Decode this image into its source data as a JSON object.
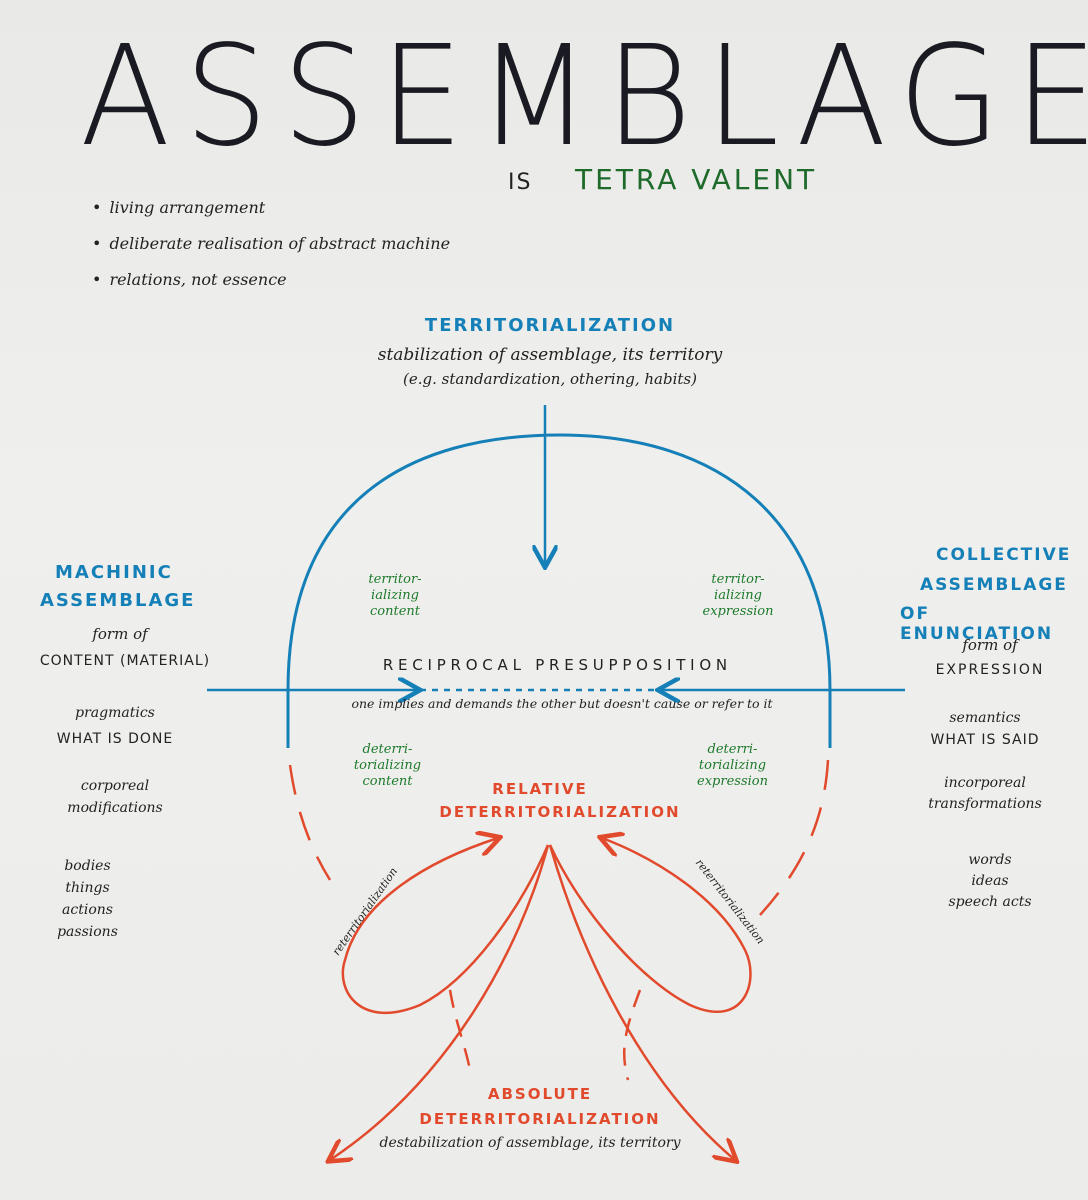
{
  "title": "ASSEMBLAGE",
  "subtitle_is": "IS",
  "subtitle_tetra": "TETRA VALENT",
  "bullets": [
    "living arrangement",
    "deliberate realisation of abstract machine",
    "relations, not essence"
  ],
  "territorialization": {
    "heading": "TERRITORIALIZATION",
    "line1": "stabilization of assemblage, its territory",
    "line2": "(e.g. standardization, othering, habits)"
  },
  "machinic": {
    "heading1": "MACHINIC",
    "heading2": "ASSEMBLAGE",
    "form_of": "form of",
    "content": "CONTENT (MATERIAL)",
    "pragmatics": "pragmatics",
    "what_done": "WHAT IS DONE",
    "corporeal1": "corporeal",
    "corporeal2": "modifications",
    "items": [
      "bodies",
      "things",
      "actions",
      "passions"
    ]
  },
  "collective": {
    "heading1": "COLLECTIVE",
    "heading2": "ASSEMBLAGE",
    "heading3": "OF ENUNCIATION",
    "form_of": "form of",
    "expression": "EXPRESSION",
    "semantics": "semantics",
    "what_said": "WHAT IS SAID",
    "incorporeal1": "incorporeal",
    "incorporeal2": "transformations",
    "items": [
      "words",
      "ideas",
      "speech acts"
    ]
  },
  "quadrants": {
    "tc1": "territor-",
    "tc2": "ializing",
    "tc3": "content",
    "te1": "territor-",
    "te2": "ializing",
    "te3": "expression",
    "dc1": "deterri-",
    "dc2": "torializing",
    "dc3": "content",
    "de1": "deterri-",
    "de2": "torializing",
    "de3": "expression"
  },
  "reciprocal": "R E C I P R O C A L   P R E S U P P O S I T I O N",
  "reciprocal_note": "one implies and demands the other but doesn't cause or refer to it",
  "relative": {
    "line1": "RELATIVE",
    "line2": "DETERRITORIALIZATION"
  },
  "reterritorialization_left": "reterritorialization",
  "reterritorialization_right": "reterritorialization",
  "absolute": {
    "line1": "ABSOLUTE",
    "line2": "DETERRITORIALIZATION",
    "line3": "destabilization of assemblage, its territory"
  },
  "colors": {
    "blue": "#1580b8",
    "green": "#1d7a2c",
    "red": "#e14a2c",
    "ink": "#1a1a22"
  }
}
